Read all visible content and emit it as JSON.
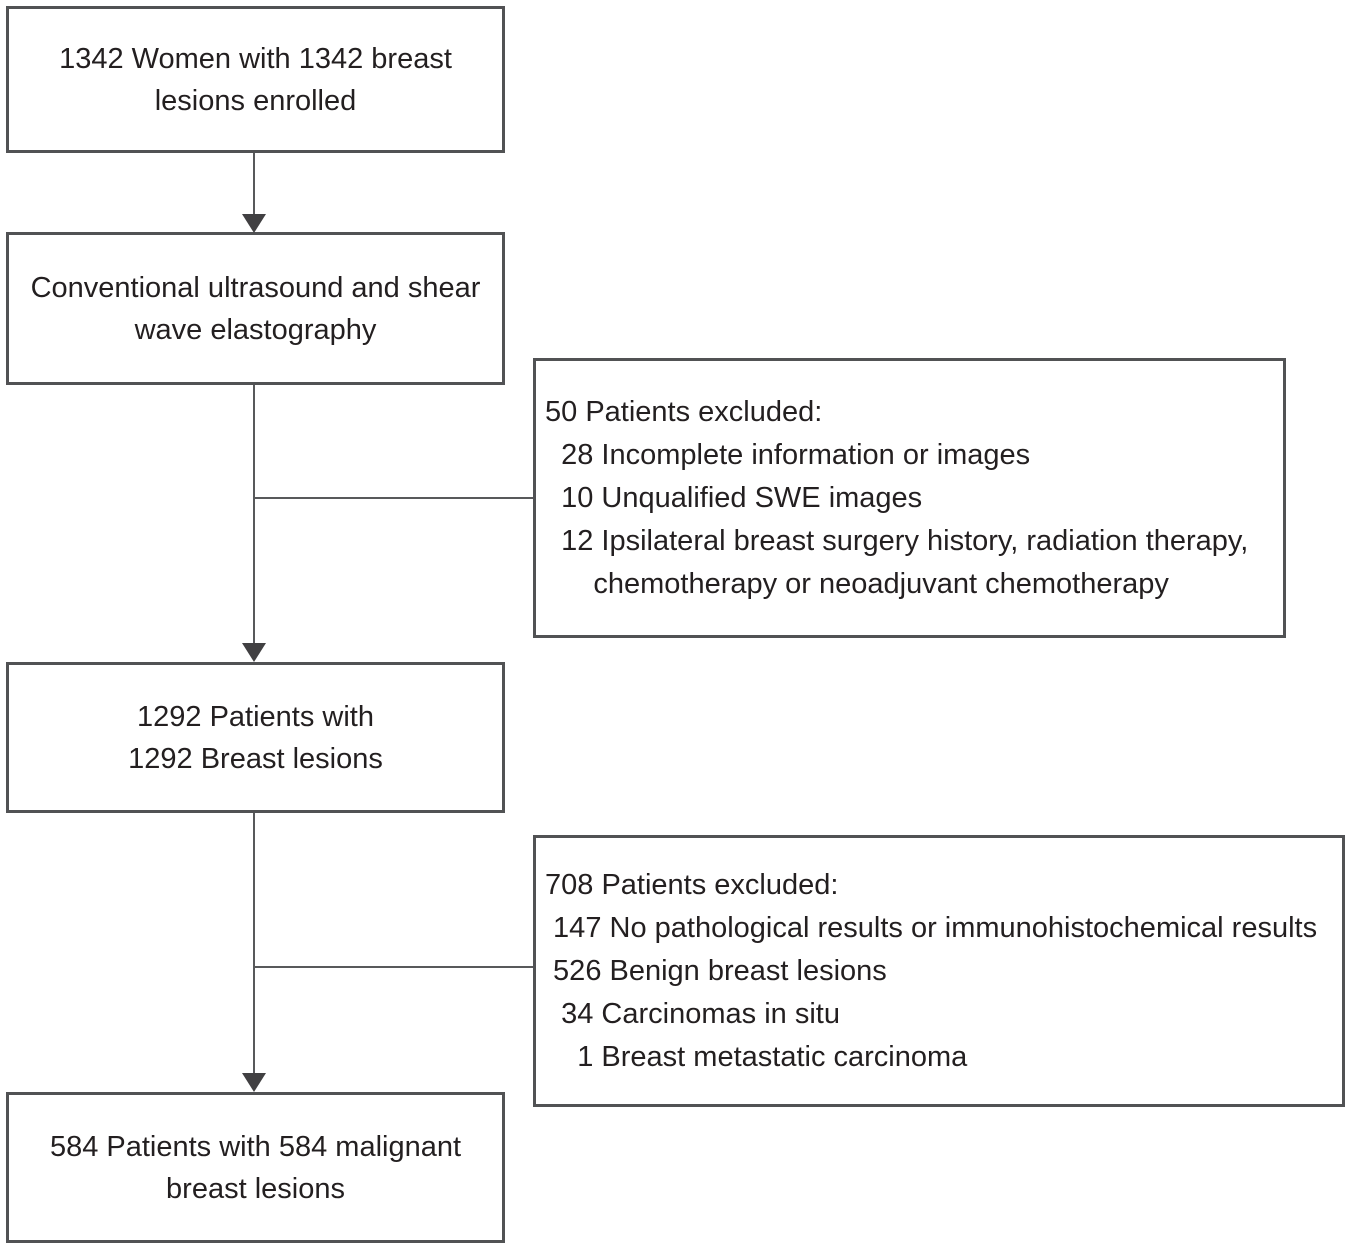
{
  "flowchart": {
    "colors": {
      "border": "#515254",
      "connector_line": "#58595b",
      "arrowhead": "#414042",
      "text": "#231f20",
      "background": "#ffffff"
    },
    "boxes": [
      {
        "id": "enrolled",
        "lines": [
          "1342 Women with 1342 breast",
          "lesions enrolled"
        ]
      },
      {
        "id": "imaging",
        "lines": [
          "Conventional ultrasound and shear",
          "wave elastography"
        ]
      },
      {
        "id": "cohort",
        "lines": [
          "1292 Patients with",
          "1292 Breast lesions"
        ]
      },
      {
        "id": "final",
        "lines": [
          "584 Patients with 584 malignant",
          "breast lesions"
        ]
      }
    ],
    "exclusions": [
      {
        "id": "excluded-50",
        "lines": [
          "50 Patients excluded:",
          "  28 Incomplete information or images",
          "  10 Unqualified SWE images",
          "  12 Ipsilateral breast surgery history, radiation therapy,",
          "      chemotherapy or neoadjuvant chemotherapy"
        ]
      },
      {
        "id": "excluded-708",
        "lines": [
          "708 Patients excluded:",
          " 147 No pathological results or immunohistochemical results",
          " 526 Benign breast lesions",
          "  34 Carcinomas in situ",
          "    1 Breast metastatic carcinoma"
        ]
      }
    ]
  }
}
